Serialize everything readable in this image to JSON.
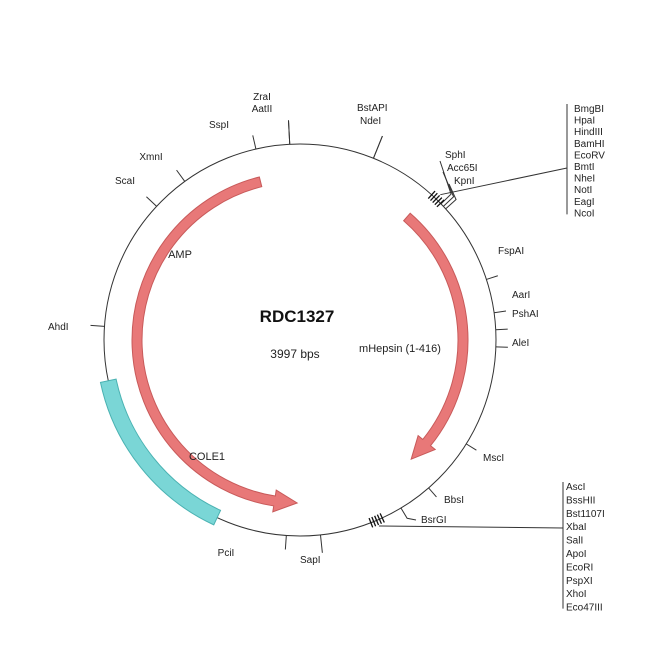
{
  "plasmid": {
    "name": "RDC1327",
    "size_label": "3997 bps",
    "total_bp": 3997
  },
  "colors": {
    "arrow_fill": "#e87878",
    "arrow_stroke": "#c85a5a",
    "origin_fill": "#7ad6d6",
    "origin_stroke": "#4ab2b2",
    "backbone": "#333333"
  },
  "features": [
    {
      "name": "AMP",
      "type": "arrow",
      "start_deg": 346,
      "end_deg": 181,
      "direction": "ccw"
    },
    {
      "name": "mHepsin (1-416)",
      "type": "arrow",
      "start_deg": 41,
      "end_deg": 137,
      "direction": "cw"
    },
    {
      "name": "COLE1",
      "type": "box",
      "start_deg": 205,
      "end_deg": 258
    }
  ],
  "sites": [
    {
      "name": "ZraI",
      "deg": 357
    },
    {
      "name": "AatII",
      "deg": 357
    },
    {
      "name": "SspI",
      "deg": 347
    },
    {
      "name": "BstAPI",
      "deg": 22
    },
    {
      "name": "NdeI",
      "deg": 22
    },
    {
      "name": "XmnI",
      "deg": 324
    },
    {
      "name": "ScaI",
      "deg": 313
    },
    {
      "name": "AhdI",
      "deg": 274
    },
    {
      "name": "SphI",
      "deg": 46
    },
    {
      "name": "Acc65I",
      "deg": 47
    },
    {
      "name": "KpnI",
      "deg": 48
    },
    {
      "name": "FspAI",
      "deg": 72
    },
    {
      "name": "AarI",
      "deg": 82
    },
    {
      "name": "PshAI",
      "deg": 87
    },
    {
      "name": "AleI",
      "deg": 92
    },
    {
      "name": "MscI",
      "deg": 122
    },
    {
      "name": "BbsI",
      "deg": 139
    },
    {
      "name": "BsrGI",
      "deg": 149
    },
    {
      "name": "SapI",
      "deg": 174
    },
    {
      "name": "PciI",
      "deg": 184
    }
  ],
  "site_clusters": [
    {
      "deg": 44,
      "names": [
        "BmgBI",
        "HpaI",
        "HindIII",
        "BamHI",
        "EcoRV",
        "BmtI",
        "NheI",
        "NotI",
        "EagI",
        "NcoI"
      ]
    },
    {
      "deg": 157,
      "names": [
        "AscI",
        "BssHII",
        "Bst1107I",
        "XbaI",
        "SalI",
        "ApoI",
        "EcoRI",
        "PspXI",
        "XhoI",
        "Eco47III"
      ]
    }
  ]
}
